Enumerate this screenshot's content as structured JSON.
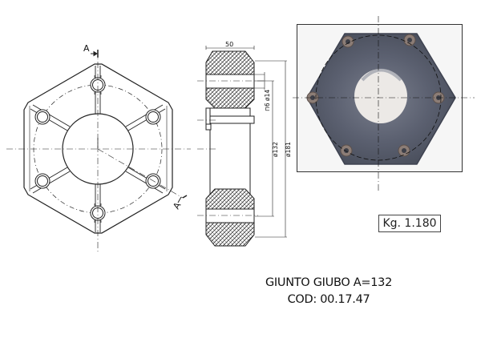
{
  "drawing": {
    "title": "GIUNTO GIUBO A=132",
    "code": "COD: 00.17.47",
    "weight": "Kg. 1.180",
    "section_label": "A",
    "dimensions": {
      "width": "50",
      "hole_diameter": "ø14",
      "slot": "⊓6",
      "bolt_circle": "ø132",
      "outer_diameter": "ø181"
    }
  },
  "views": [
    {
      "name": "front-view",
      "type": "line-drawing"
    },
    {
      "name": "section-view-A-A",
      "type": "cross-section"
    },
    {
      "name": "photo-view",
      "type": "photograph"
    }
  ],
  "colors": {
    "line": "#222222",
    "rubber_photo": "#5a5f6e",
    "insert_photo": "#8c7d76",
    "background": "#ffffff"
  }
}
